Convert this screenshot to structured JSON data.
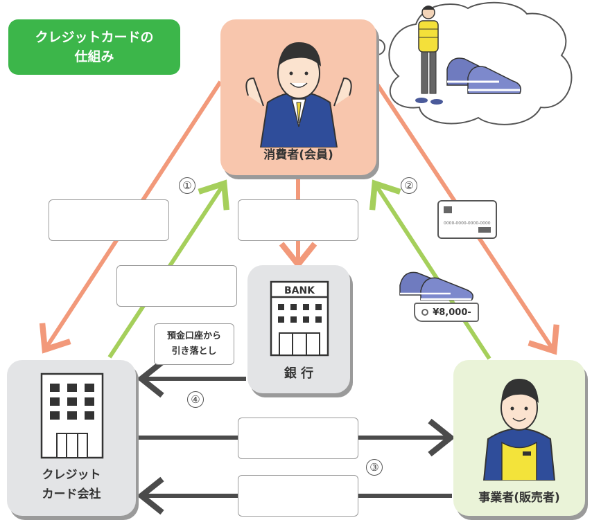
{
  "title": "クレジットカードの\n仕組み",
  "nodes": {
    "consumer": "消費者(会員)",
    "bank": "銀 行",
    "bank_sign": "BANK",
    "company": "クレジット\nカード会社",
    "merchant": "事業者(販売者)"
  },
  "note": "預金口座から\n引き落とし",
  "numbers": {
    "n1": "①",
    "n2": "②",
    "n3": "③",
    "n4": "④"
  },
  "price": "¥8,000-",
  "card_number": "0000-0000-0000-0000",
  "colors": {
    "title_green": "#3cb64a",
    "salmon": "#f2997a",
    "lime": "#a5cf5b",
    "dark_arrow": "#4b4b4b"
  }
}
